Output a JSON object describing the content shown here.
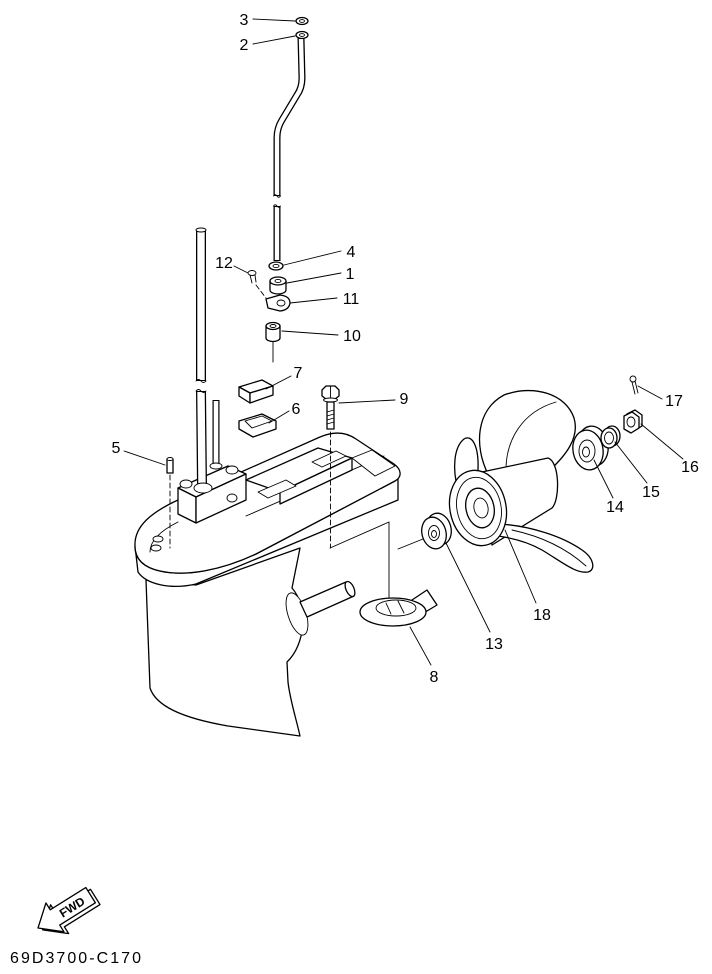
{
  "colors": {
    "line": "#000000",
    "background": "#ffffff"
  },
  "callouts": [
    "1",
    "2",
    "3",
    "4",
    "5",
    "6",
    "7",
    "8",
    "9",
    "10",
    "11",
    "12",
    "13",
    "14",
    "15",
    "16",
    "17",
    "18"
  ],
  "fwd_arrow": {
    "label": "FWD",
    "icon": "fwd-arrow-icon"
  },
  "diagram_code": "69D3700-C170"
}
